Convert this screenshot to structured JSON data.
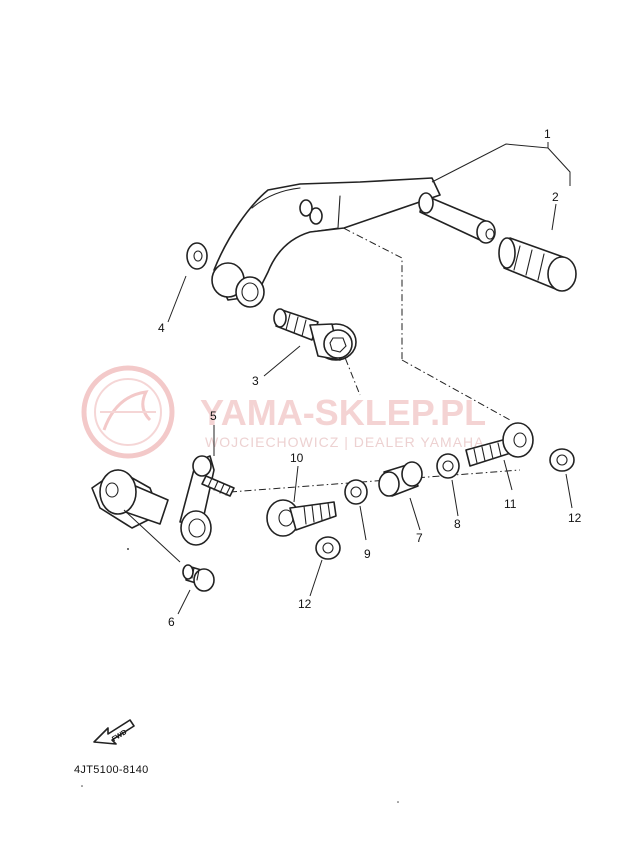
{
  "callouts": [
    "1",
    "2",
    "3",
    "4",
    "5",
    "6",
    "7",
    "8",
    "9",
    "10",
    "11",
    "12",
    "12"
  ],
  "fwd_arrow_label": "FWD",
  "diagram_ref": "4JT5100-8140",
  "watermark": {
    "title": "YAMA-SKLEP.PL",
    "subtitle": "WOJCIECHOWICZ | DEALER YAMAHA",
    "color": "#f0c4c4"
  }
}
